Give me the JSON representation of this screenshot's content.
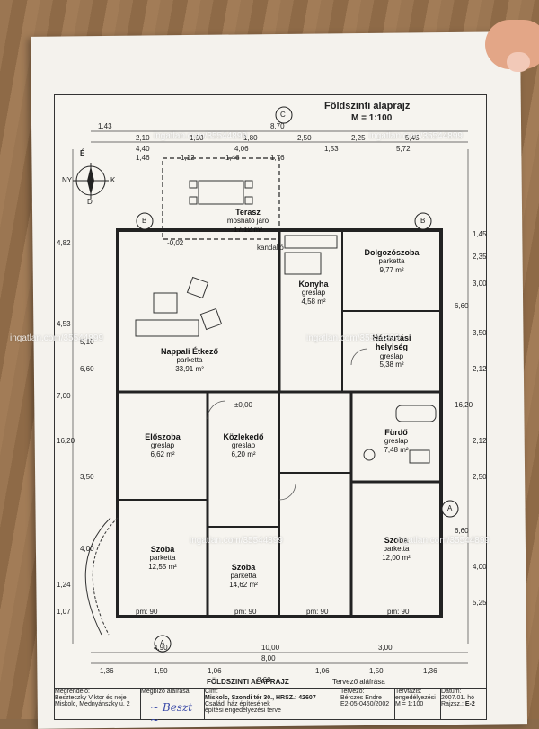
{
  "plan": {
    "title": "Földszinti alaprajz",
    "scale": "M = 1:100",
    "north_label": "É",
    "compass": [
      "NY",
      "K",
      "D"
    ],
    "section_marks": [
      "A",
      "B",
      "C"
    ]
  },
  "rooms": [
    {
      "key": "terasz",
      "name": "Terasz",
      "floor": "mosható járó",
      "area": "17,12 m²"
    },
    {
      "key": "konyha",
      "name": "Konyha",
      "floor": "greslap",
      "area": "4,58 m²"
    },
    {
      "key": "nappali",
      "name": "Nappali Étkező",
      "floor": "parketta",
      "area": "33,91 m²"
    },
    {
      "key": "dolgozo",
      "name": "Dolgozószoba",
      "floor": "parketta",
      "area": "9,77 m²"
    },
    {
      "key": "haztartasi",
      "name": "Háztartási helyiség",
      "floor": "greslap",
      "area": "5,38 m²"
    },
    {
      "key": "eloszoba",
      "name": "Előszoba",
      "floor": "greslap",
      "area": "6,62 m²"
    },
    {
      "key": "kozlekedo",
      "name": "Közlekedő",
      "floor": "greslap",
      "area": "6,20 m²"
    },
    {
      "key": "furdo",
      "name": "Fürdő",
      "floor": "greslap",
      "area": "7,48 m²"
    },
    {
      "key": "szoba1",
      "name": "Szoba",
      "floor": "parketta",
      "area": "12,55 m²"
    },
    {
      "key": "szoba2",
      "name": "Szoba",
      "floor": "parketta",
      "area": "14,62 m²"
    },
    {
      "key": "szoba3",
      "name": "Szoba",
      "floor": "parketta",
      "area": "12,00 m²"
    }
  ],
  "dimensions_top": [
    "1,43",
    "8,70",
    "2,10",
    "1,90",
    "1,80",
    "2,50",
    "2,25",
    "5,45",
    "4,40",
    "4,06",
    "1,53",
    "5,72",
    "1,46",
    "1,12",
    "1,46",
    "1,76"
  ],
  "dimensions_bottom": [
    "4,90",
    "10,00",
    "3,00",
    "8,00",
    "1,36",
    "1,50",
    "1,06",
    "8,60",
    "1,06",
    "1,50",
    "1,36"
  ],
  "dimensions_right": [
    "1,45",
    "2,35",
    "3,00",
    "6,60",
    "3,50",
    "2,12",
    "16,20",
    "2,12",
    "2,50",
    "6,60",
    "4,00",
    "5,25"
  ],
  "dimensions_left": [
    "4,82",
    "4,53",
    "5,10",
    "6,60",
    "7,00",
    "16,20",
    "3,50",
    "4,00",
    "1,24",
    "1,07"
  ],
  "window_labels": [
    "pm: 90",
    "pm: 90",
    "pm: 90",
    "pm: 90"
  ],
  "labels": {
    "kemence": "kandalló",
    "level": "±0,00",
    "level2": "-0,02"
  },
  "title_block": {
    "megrendelo_label": "Megrendelő:",
    "megrendelo": "Beszteczky Viktor és neje",
    "address": "Miskolc, Mednyánszky u. 2",
    "cim_label": "Cím:",
    "project": "Miskolc, Szondi tér 30., HRSZ.: 42607",
    "project2": "Családi ház építésének",
    "project3": "építési engedélyezési terve",
    "tervezo_label": "Tervező:",
    "tervezo": "Bérczes Endre",
    "tervezo_id": "E2-05-0460/2002",
    "tervfazis": "Tervfázis: engedélyezési",
    "meretarany": "M = 1:100",
    "rajz_cim": "FÖLDSZINTI ALAPRAJZ",
    "datum_label": "Dátum:",
    "datum": "2007.01. hó",
    "rajzszam_label": "Rajzsz.:",
    "rajzszam": "E-2",
    "signer": "Megbízó aláírása",
    "tervezo_alairasa": "Tervező aláírása"
  },
  "watermarks": [
    "ingatlan.com/35544899",
    "ingatlan.com/35544899",
    "ingatlan.com/35544899",
    "ingatlan.com/35544899",
    "ingatlan.com/35544899",
    "ingatlan.com/35544899"
  ]
}
